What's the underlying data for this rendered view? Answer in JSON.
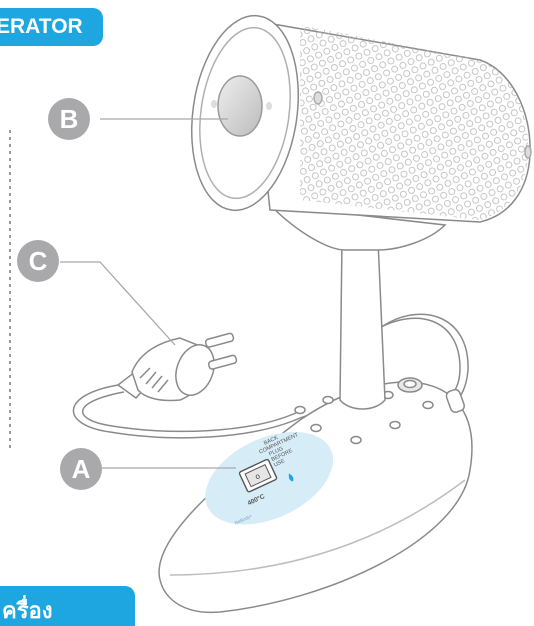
{
  "header": {
    "title": "ERATOR"
  },
  "footer": {
    "label": "ครื่อง"
  },
  "callouts": {
    "a": "A",
    "b": "B",
    "c": "C"
  },
  "switch_panel": {
    "lines": [
      "BACK",
      "COMPARTMENT",
      "PLUG",
      "BEFORE",
      "USE"
    ],
    "temp": "400°C",
    "tiny_text": "ReBody+"
  },
  "colors": {
    "accent": "#1ea6e0",
    "callout": "#a9a9ac",
    "outline": "#8a8a8a",
    "panel": "#d6ecf7"
  }
}
